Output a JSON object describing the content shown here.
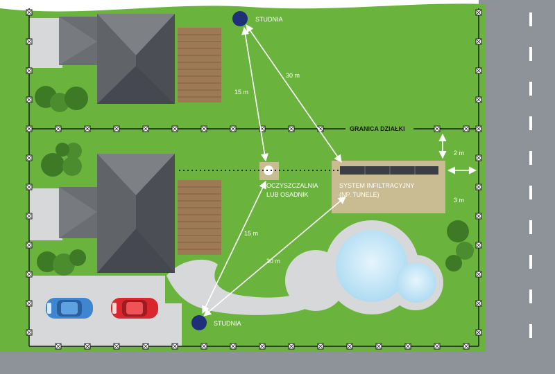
{
  "labels": {
    "well_top": "STUDNIA",
    "well_bottom": "STUDNIA",
    "boundary": "GRANICA DZIAŁKI",
    "septic_line1": "OCZYSZCZALNIA",
    "septic_line2": "LUB OSADNIK",
    "infiltration_line1": "SYSTEM INFILTRACYJNY",
    "infiltration_line2": "(NP. TUNELE)"
  },
  "distances": {
    "top_well_to_septic": "15 m",
    "top_well_to_infiltration": "30 m",
    "bottom_well_to_septic": "15 m",
    "bottom_well_to_infiltration": "30 m",
    "infiltration_to_boundary": "2 m",
    "infiltration_to_fence": "3 m"
  },
  "colors": {
    "grass": "#6ab43e",
    "road": "#8e9399",
    "paving": "#d7d8d9",
    "roof": "#55585c",
    "roof_light": "#7d8186",
    "deck": "#9d7a55",
    "tree": "#3e7a26",
    "well": "#1f2f78",
    "infiltration_field": "#c9bc92",
    "tunnel": "#3b3f45",
    "water": "#c8e7f7",
    "car_blue": "#3f86d0",
    "car_red": "#d9272d"
  },
  "icons": [
    "well-icon",
    "septic-tank-icon",
    "fence-post-icon",
    "car-icon",
    "tree-icon",
    "house-roof-icon"
  ]
}
